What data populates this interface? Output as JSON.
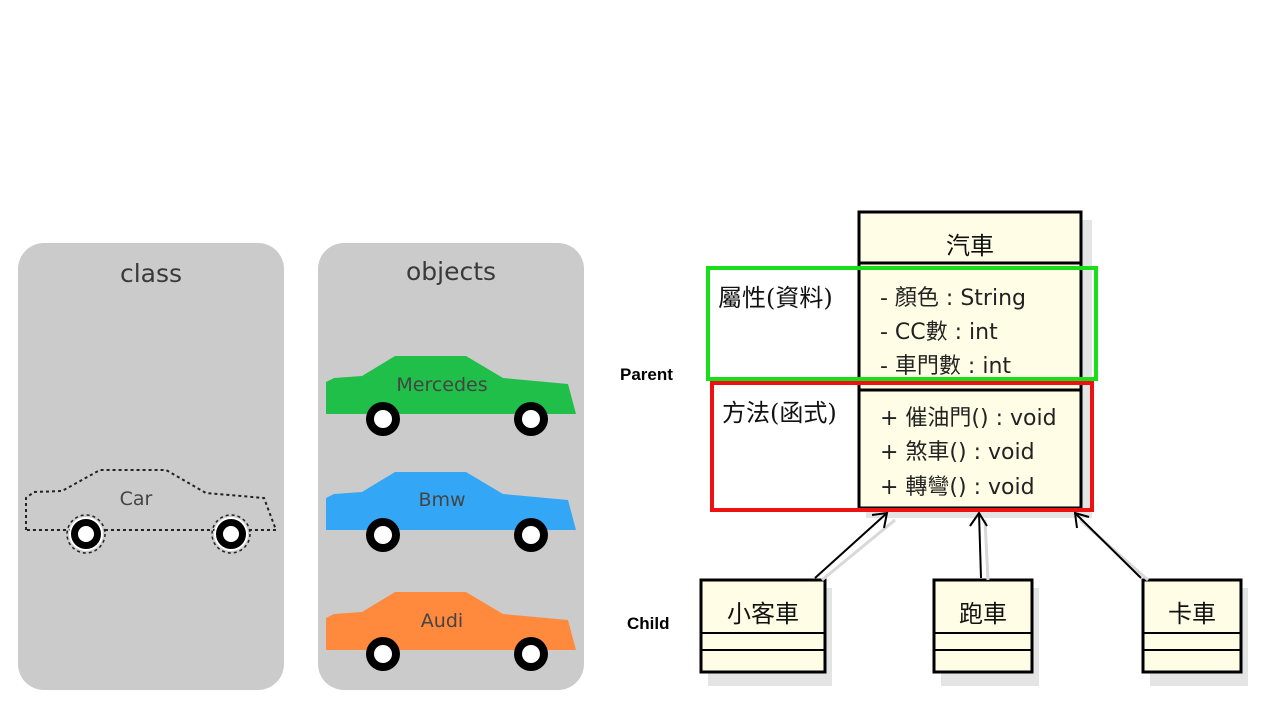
{
  "class_panel": {
    "title": "class",
    "car_label": "Car"
  },
  "objects_panel": {
    "title": "objects",
    "cars": [
      {
        "label": "Mercedes",
        "color": "#1fbf4a"
      },
      {
        "label": "Bmw",
        "color": "#33a6f5"
      },
      {
        "label": "Audi",
        "color": "#ff8a3d"
      }
    ]
  },
  "labels": {
    "parent": "Parent",
    "child": "Child"
  },
  "uml": {
    "parent_class": "汽車",
    "attributes_label": "屬性(資料)",
    "methods_label": "方法(函式)",
    "attributes": [
      "- 顏色 : String",
      "- CC數 : int",
      "- 車門數 : int"
    ],
    "methods": [
      "+ 催油門() : void",
      "+ 煞車() : void",
      "+ 轉彎() : void"
    ],
    "children": [
      "小客車",
      "跑車",
      "卡車"
    ],
    "colors": {
      "attributes_box": "#18e018",
      "methods_box": "#ee1111",
      "class_fill": "#fffde6"
    }
  }
}
